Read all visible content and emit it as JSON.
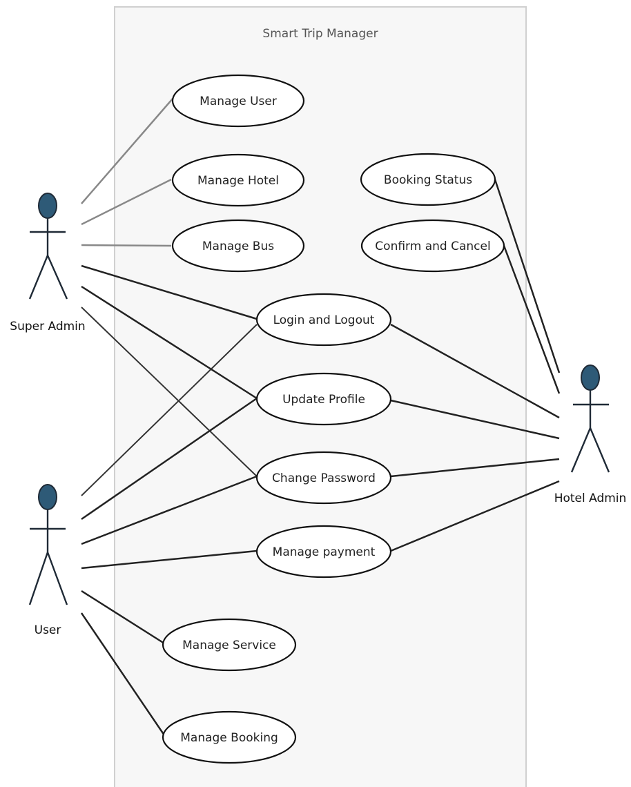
{
  "system": {
    "title": "Smart Trip Manager"
  },
  "actors": {
    "super_admin": "Super Admin",
    "user": "User",
    "hotel_admin": "Hotel Admin"
  },
  "use_cases": {
    "manage_user": "Manage User",
    "manage_hotel": "Manage Hotel",
    "manage_bus": "Manage Bus",
    "booking_status": "Booking Status",
    "confirm_and_cancel": "Confirm and Cancel",
    "login_and_logout": "Login and Logout",
    "update_profile": "Update Profile",
    "change_password": "Change Password",
    "manage_payment": "Manage payment",
    "manage_service": "Manage Service",
    "manage_booking": "Manage Booking"
  },
  "colors": {
    "actor_head": "#2e5a77",
    "boundary": "#d0d0d0"
  }
}
